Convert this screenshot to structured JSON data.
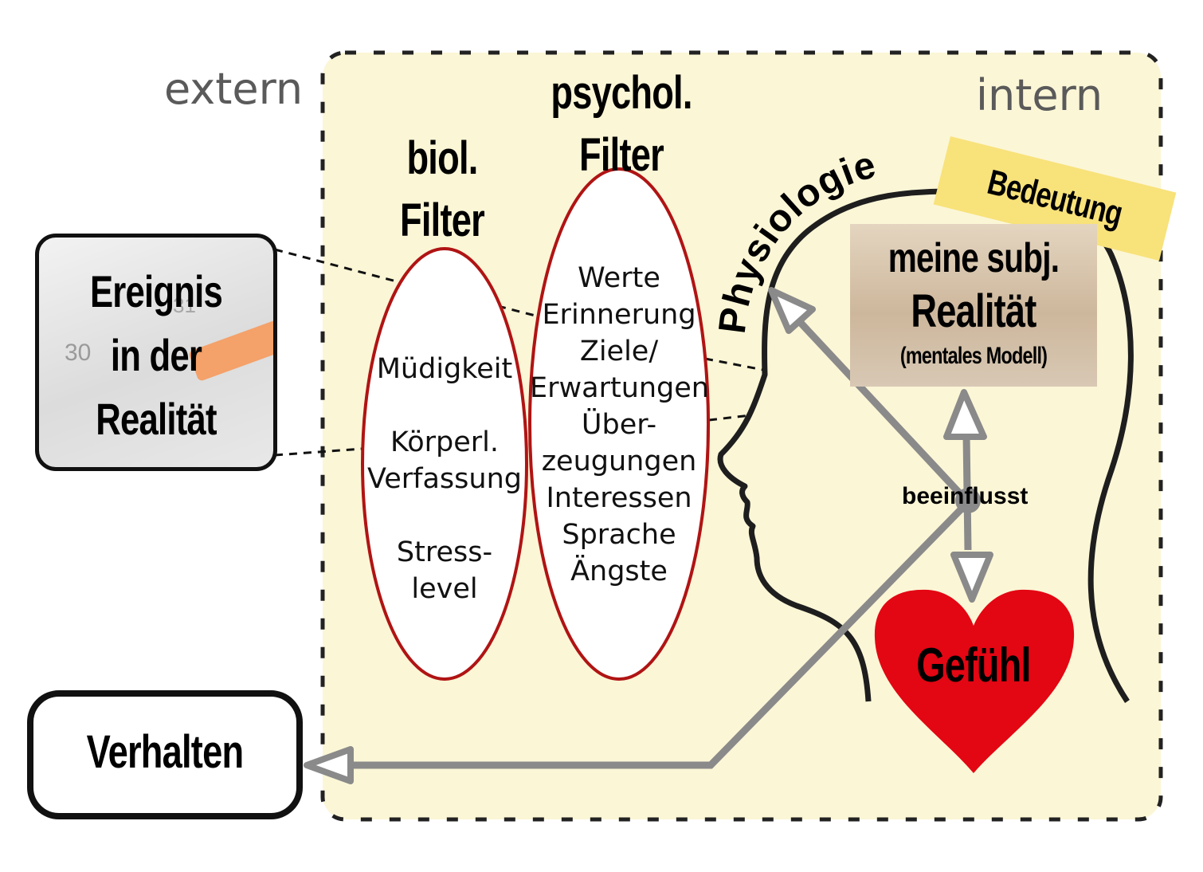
{
  "extern_label": "extern",
  "intern_label": "intern",
  "psych_filter_title": [
    "psychol.",
    "Filter"
  ],
  "bio_filter_title": [
    "biol.",
    "Filter"
  ],
  "bio_items": [
    "Müdigkeit",
    "",
    "Körperl.",
    "Verfassung",
    "",
    "Stress-",
    "level"
  ],
  "psych_items": [
    "Werte",
    "Erinnerung",
    "Ziele/",
    "Erwartungen",
    "Über-",
    "zeugungen",
    "Interessen",
    "Sprache",
    "Ängste"
  ],
  "event_box": [
    "Ereignis",
    "in der",
    "Realität"
  ],
  "calendar_numbers": [
    "30",
    "31"
  ],
  "behavior_box": "Verhalten",
  "physiology_label": "Physiologie",
  "meaning_label": "Bedeutung",
  "reality_box": {
    "line1": "meine subj.",
    "line2": "Realität",
    "line3": "(mentales Modell)"
  },
  "influence_label": "beeinflusst",
  "feeling_label": "Gefühl",
  "colors": {
    "intern_panel": "#fbf6d6",
    "filter_border": "#b01414",
    "heart": "#e30613",
    "arrow": "#8a8a8a",
    "meaning_tag": "#f8e27a"
  }
}
